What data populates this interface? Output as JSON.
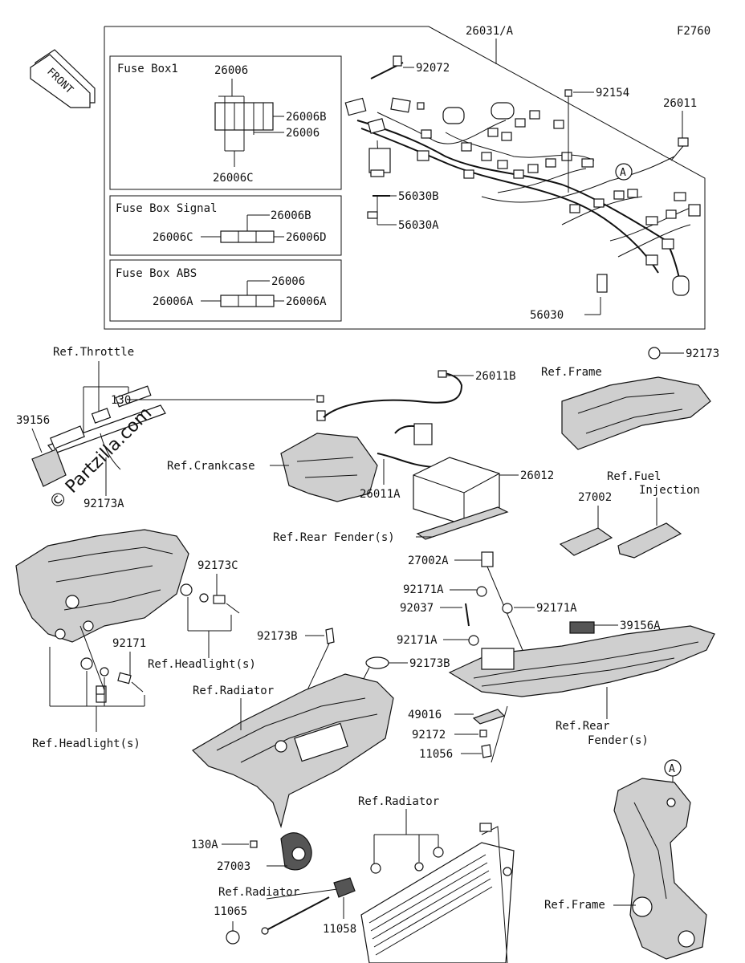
{
  "figure_code": "F2760",
  "front_label": "FRONT",
  "watermark": "© Partzilla.com",
  "fuse_boxes": [
    {
      "title": "Fuse Box1",
      "parts": [
        "26006",
        "26006B",
        "26006",
        "26006C"
      ]
    },
    {
      "title": "Fuse Box Signal",
      "parts": [
        "26006B",
        "26006C",
        "26006D"
      ]
    },
    {
      "title": "Fuse Box ABS",
      "parts": [
        "26006",
        "26006A",
        "26006A"
      ]
    }
  ],
  "callouts": {
    "p26031A": "26031/A",
    "p92072": "92072",
    "p92154": "92154",
    "p26011": "26011",
    "p56030B": "56030B",
    "p56030A": "56030A",
    "p56030": "56030",
    "circleA": "A",
    "circleA2": "A",
    "refThrottle": "Ref.Throttle",
    "p39156": "39156",
    "p92173A": "92173A",
    "p130": "130",
    "p26011B": "26011B",
    "refCrankcase": "Ref.Crankcase",
    "p26011A": "26011A",
    "p26012": "26012",
    "refFrame1": "Ref.Frame",
    "p92173": "92173",
    "refFuelInj1": "Ref.Fuel",
    "refFuelInj2": "Injection",
    "p27002": "27002",
    "refRearFender1": "Ref.Rear Fender(s)",
    "p27002A": "27002A",
    "p92173C": "92173C",
    "p92171A_1": "92171A",
    "p92037": "92037",
    "p92171A_2": "92171A",
    "p39156A": "39156A",
    "p92171A_3": "92171A",
    "p92171": "92171",
    "refHeadlight1": "Ref.Headlight(s)",
    "p92173B_1": "92173B",
    "p92173B_2": "92173B",
    "refRadiator1": "Ref.Radiator",
    "p49016": "49016",
    "p92172": "92172",
    "p11056": "11056",
    "refRearFender2a": "Ref.Rear",
    "refRearFender2b": "Fender(s)",
    "refHeadlight2": "Ref.Headlight(s)",
    "refRadiator2": "Ref.Radiator",
    "p130A": "130A",
    "p27003": "27003",
    "refRadiator3": "Ref.Radiator",
    "p11065": "11065",
    "p11058": "11058",
    "refFrame2": "Ref.Frame"
  }
}
